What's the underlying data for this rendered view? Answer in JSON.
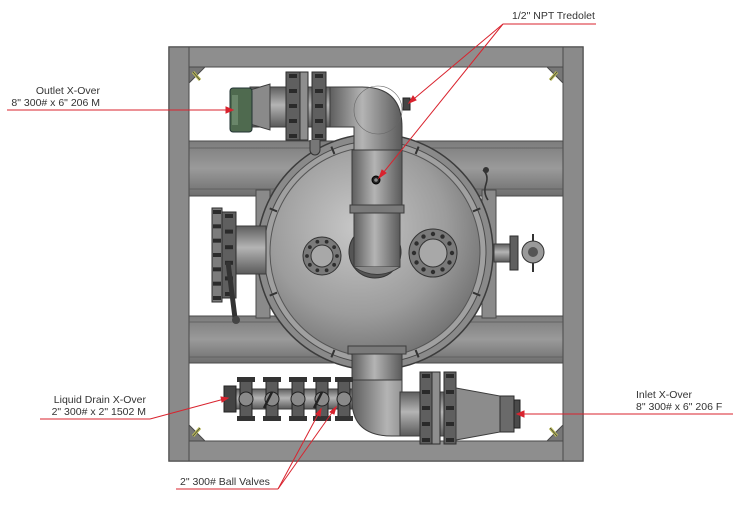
{
  "labels": {
    "tredolet": "1/2\" NPT Tredolet",
    "outlet_line1": "Outlet X-Over",
    "outlet_line2": "8\" 300# x 6\" 206 M",
    "drain_line1": "Liquid Drain X-Over",
    "drain_line2": "2\" 300# x 2\" 1502 M",
    "inlet_line1": "Inlet X-Over",
    "inlet_line2": "8\" 300# x 6\" 206 F",
    "ball_valves": "2\" 300# Ball Valves"
  },
  "colors": {
    "frame": "#8c8c8c",
    "frame_dark": "#5a5a5a",
    "vessel": "#9a9a9a",
    "pipe": "#7d7d7d",
    "flange_dark": "#3a3a3a",
    "leader": "#d9232e",
    "outlet_fitting": "#4f6a4f",
    "lug": "#c8c86a"
  }
}
